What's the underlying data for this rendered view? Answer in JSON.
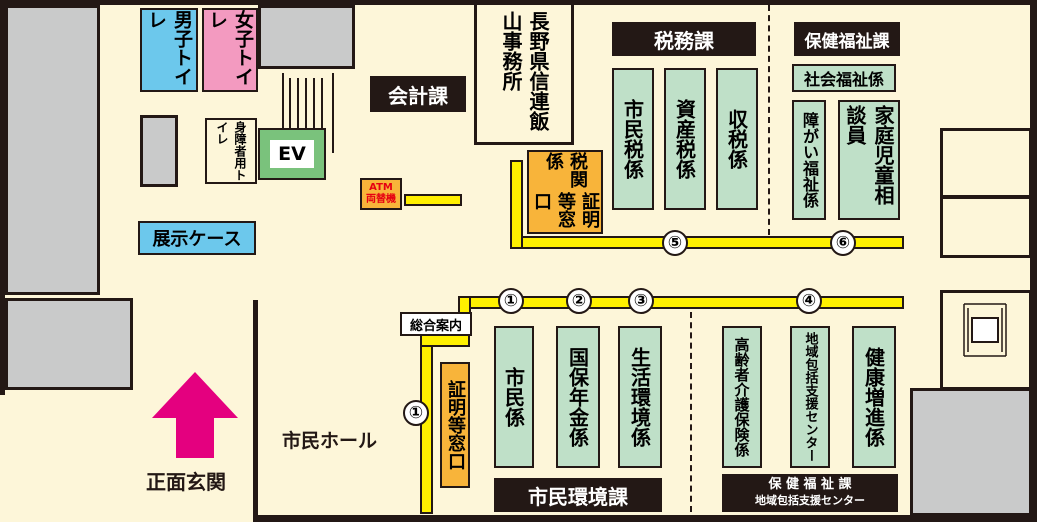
{
  "rooms": {
    "mens_toilet": "男子トイレ",
    "womens_toilet": "女子トイレ",
    "accessible_toilet": "身障者用トイレ",
    "elevator": "EV",
    "display_case": "展示ケース",
    "accounting": "会計課",
    "bank": "長野県信連飯山事務所",
    "atm_line1": "ATM",
    "atm_line2": "両替機",
    "tax_division": "税務課",
    "welfare_division": "保健福祉課",
    "social_welfare": "社会福祉係",
    "citizen_tax": "市民税係",
    "property_tax": "資産税係",
    "collection": "収税係",
    "disability_welfare": "障がい福祉係",
    "child_counselor": "家庭児童相談員",
    "tax_cert_a": "税関係",
    "tax_cert_b": "証明等窓口",
    "info_desk": "総合案内",
    "cert_window": "証明等窓口",
    "citizen": "市民係",
    "insurance_pension": "国保年金係",
    "environment": "生活環境係",
    "elderly_care": "高齢者介護保険係",
    "regional_center": "地域包括支援センター",
    "health_promotion": "健康増進係",
    "citizen_env_division": "市民環境課",
    "welfare_sign_line1": "保 健 福 祉 課",
    "welfare_sign_line2": "地域包括支援センター",
    "citizen_hall": "市民ホール",
    "main_entrance": "正面玄関"
  },
  "counters": [
    "①",
    "②",
    "③",
    "④",
    "⑤",
    "⑥",
    "①"
  ],
  "colors": {
    "floor": "#fdf6d9",
    "wall": "#231815",
    "gray_area": "#c9caca",
    "desk": "#bfe0c8",
    "counter_line": "#fff000",
    "window_orange": "#f8b43a",
    "mens": "#6cc8ec",
    "womens": "#f39ac0",
    "display_case": "#6cc8ec",
    "ev_green": "#7ac27c",
    "entrance_arrow": "#e4007f",
    "atm_text": "#e60012"
  },
  "icons": [
    "entrance-arrow-icon",
    "stairs-icon"
  ]
}
